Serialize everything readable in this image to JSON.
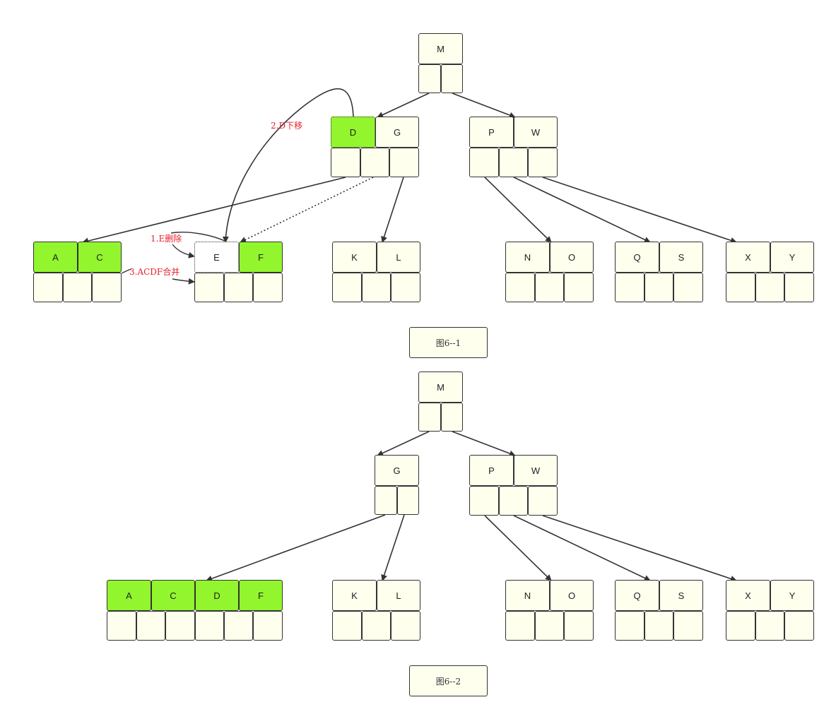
{
  "diagram1": {
    "caption": "图6--1",
    "root": [
      "M"
    ],
    "level1_left": [
      "D",
      "G"
    ],
    "level1_right": [
      "P",
      "W"
    ],
    "leaf_ac": [
      "A",
      "C"
    ],
    "leaf_ef": [
      "E",
      "F"
    ],
    "leaf_kl": [
      "K",
      "L"
    ],
    "leaf_no": [
      "N",
      "O"
    ],
    "leaf_qs": [
      "Q",
      "S"
    ],
    "leaf_xy": [
      "X",
      "Y"
    ],
    "annotations": {
      "step1": "1.E删除",
      "step2": "2.D下移",
      "step3": "3.ACDF合并"
    }
  },
  "diagram2": {
    "caption": "图6--2",
    "root": [
      "M"
    ],
    "level1_left": [
      "G"
    ],
    "level1_right": [
      "P",
      "W"
    ],
    "leaf_merged": [
      "A",
      "C",
      "D",
      "F"
    ],
    "leaf_kl": [
      "K",
      "L"
    ],
    "leaf_no": [
      "N",
      "O"
    ],
    "leaf_qs": [
      "Q",
      "S"
    ],
    "leaf_xy": [
      "X",
      "Y"
    ]
  },
  "colors": {
    "node_fill": "#ffffee",
    "highlight_fill": "#92f52d",
    "border": "#333333",
    "annotation_text": "#e8202a"
  }
}
